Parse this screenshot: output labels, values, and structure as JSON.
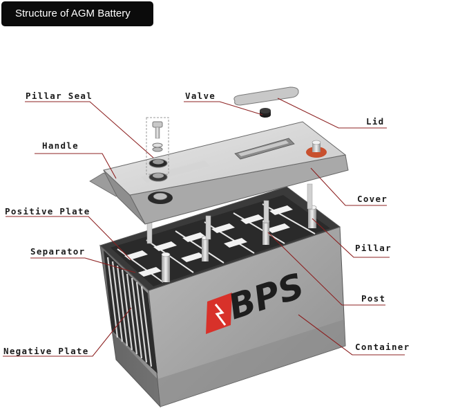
{
  "title": "Structure of AGM Battery",
  "brand": {
    "text": "BPS"
  },
  "labels": {
    "pillar_seal": "Pillar Seal",
    "valve": "Valve",
    "lid": "Lid",
    "handle": "Handle",
    "cover": "Cover",
    "positive_plate": "Positive Plate",
    "separator": "Separator",
    "pillar": "Pillar",
    "post": "Post",
    "negative_plate": "Negative Plate",
    "container": "Container"
  },
  "colors": {
    "title_bg": "#0b0b0b",
    "leader_line": "#8c2020",
    "logo_red": "#d8312a",
    "logo_text": "#1e1e1e",
    "terminal_red": "#c8502e"
  }
}
